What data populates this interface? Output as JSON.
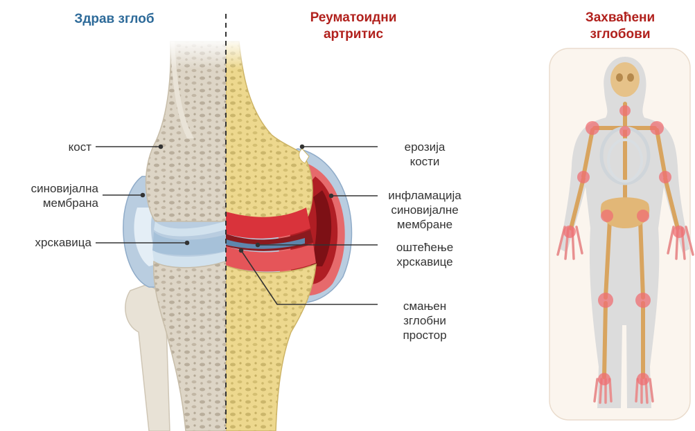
{
  "titles": {
    "healthy": "Здрав зглоб",
    "ra": "Реуматоидни\nартритис",
    "affected": "Захваћени\nзглобови"
  },
  "labels_left": {
    "bone": "кост",
    "synovial_membrane": "синовијална\nмембрана",
    "cartilage": "хрскавица"
  },
  "labels_right": {
    "bone_erosion": "ерозија\nкости",
    "synovial_inflammation": "инфламација\nсиновијалне\nмембране",
    "cartilage_damage": "оштећење\nхрскавице",
    "reduced_joint_space": "смањен\nзглобни\nпростор"
  },
  "colors": {
    "healthy_title": "#2d6a99",
    "ra_title": "#b1211d",
    "bone_healthy": "#ddd5c6",
    "bone_ra": "#eed98f",
    "inflammation": "#d9333b",
    "membrane": "#b9cde0"
  }
}
